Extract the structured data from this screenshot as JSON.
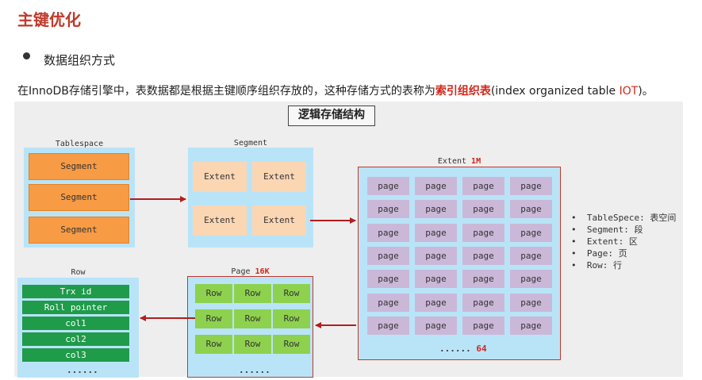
{
  "header": {
    "title": "主键优化"
  },
  "bullet": {
    "text": "数据组织方式"
  },
  "description": {
    "prefix": "在InnoDB存储引擎中，表数据都是根据主键顺序组织存放的，这种存储方式的表称为",
    "highlight": "索引组织表",
    "suffix_open": "(index organized table ",
    "suffix_iot": "IOT",
    "suffix_close": ")。"
  },
  "diagram": {
    "title": "逻辑存储结构",
    "tablespace": {
      "label": "Tablespace",
      "segments": [
        "Segment",
        "Segment",
        "Segment"
      ]
    },
    "segment": {
      "label": "Segment",
      "extents": [
        "Extent",
        "Extent",
        "Extent",
        "Extent"
      ]
    },
    "extent": {
      "label": "Extent",
      "size": "1M",
      "cell_label": "page",
      "more": "......",
      "count": "64"
    },
    "page": {
      "label": "Page",
      "size": "16K",
      "cell_label": "Row",
      "more": "......"
    },
    "row": {
      "label": "Row",
      "fields": [
        "Trx id",
        "Roll pointer",
        "col1",
        "col2",
        "col3"
      ],
      "more": "......"
    },
    "legend": [
      "TableSpece: 表空间",
      "Segment: 段",
      "Extent: 区",
      "Page: 页",
      "Row: 行"
    ],
    "colors": {
      "accent_red": "#c0392b",
      "container_blue": "#b9e4f8",
      "segment_orange": "#f79b45",
      "extent_peach": "#fbd6b3",
      "page_purple": "#cbb8d8",
      "row_green": "#8ed14e",
      "field_green": "#1f9b4a"
    }
  }
}
